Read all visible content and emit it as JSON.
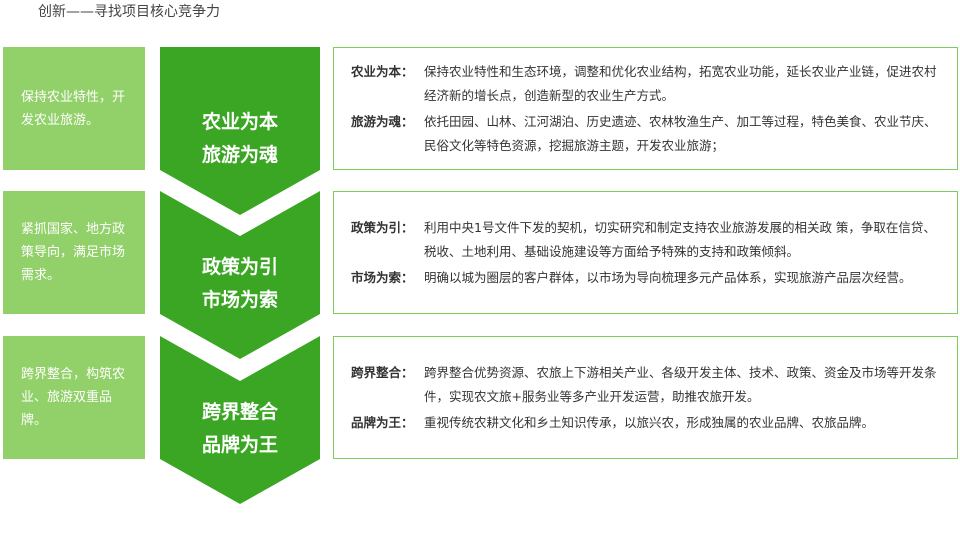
{
  "title": "创新——寻找项目核心竞争力",
  "sections": [
    {
      "left": "保持农业特性，开发农业旅游。",
      "chevron": [
        "农业为本",
        "旅游为魂"
      ],
      "items": [
        {
          "key": "农业为本：",
          "text": "保持农业特性和生态环境，调整和优化农业结构，拓宽农业功能，延长农业产业链，促进农村经济新的增长点，创造新型的农业生产方式。"
        },
        {
          "key": "旅游为魂：",
          "text": "依托田园、山林、江河湖泊、历史遗迹、农林牧渔生产、加工等过程，特色美食、农业节庆、民俗文化等特色资源，挖掘旅游主题，开发农业旅游；"
        }
      ]
    },
    {
      "left": "紧抓国家、地方政策导向，满足市场需求。",
      "chevron": [
        "政策为引",
        "市场为索"
      ],
      "items": [
        {
          "key": "政策为引：",
          "text": "利用中央1号文件下发的契机，切实研究和制定支持农业旅游发展的相关政 策，争取在信贷、税收、土地利用、基础设施建设等方面给予特殊的支持和政策倾斜。"
        },
        {
          "key": "市场为索：",
          "text": "明确以城为圈层的客户群体，以市场为导向梳理多元产品体系，实现旅游产品层次经营。"
        }
      ]
    },
    {
      "left": "跨界整合，构筑农业、旅游双重品牌。",
      "chevron": [
        "跨界整合",
        "品牌为王"
      ],
      "items": [
        {
          "key": "跨界整合：",
          "text": "跨界整合优势资源、农旅上下游相关产业、各级开发主体、技术、政策、资金及市场等开发条件，实现农文旅+服务业等多产业开发运营，助推农旅开发。"
        },
        {
          "key": "品牌为王：",
          "text": "重视传统农耕文化和乡土知识传承，以旅兴农，形成独属的农业品牌、农旅品牌。"
        }
      ]
    }
  ],
  "colors": {
    "chevron": "#3aa624",
    "left_box": "#92d06a",
    "border": "#7ccf5b"
  }
}
